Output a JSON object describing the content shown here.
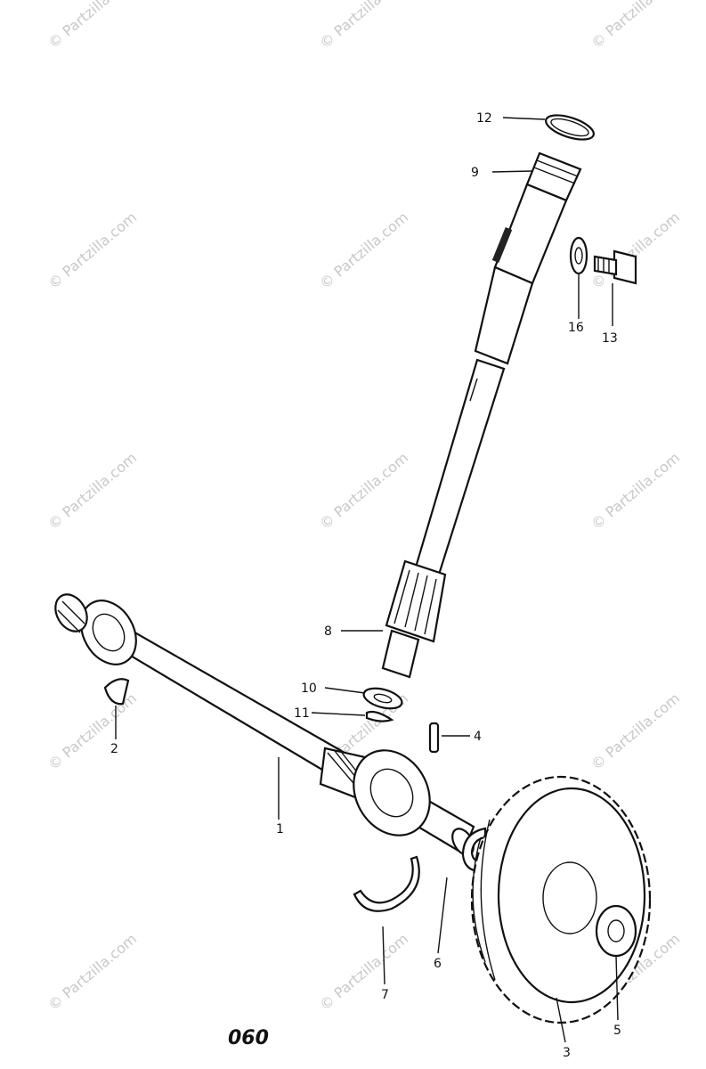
{
  "diagram_code": "060",
  "watermark": "© Partzilla.com",
  "callouts": [
    {
      "id": "c1",
      "text": "1"
    },
    {
      "id": "c2",
      "text": "2"
    },
    {
      "id": "c3",
      "text": "3"
    },
    {
      "id": "c4",
      "text": "4"
    },
    {
      "id": "c5",
      "text": "5"
    },
    {
      "id": "c6",
      "text": "6"
    },
    {
      "id": "c7",
      "text": "7"
    },
    {
      "id": "c8",
      "text": "8"
    },
    {
      "id": "c9",
      "text": "9"
    },
    {
      "id": "c10",
      "text": "10"
    },
    {
      "id": "c11",
      "text": "11"
    },
    {
      "id": "c12",
      "text": "12"
    },
    {
      "id": "c13",
      "text": "13"
    },
    {
      "id": "c16",
      "text": "16"
    }
  ]
}
